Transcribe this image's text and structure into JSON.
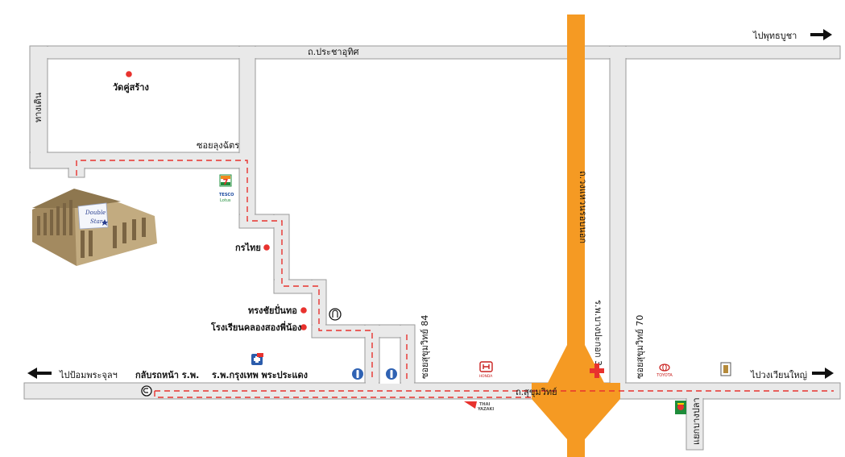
{
  "colors": {
    "road_fill": "#e9e9e9",
    "road_edge": "#9a9a9a",
    "route": "#e8322e",
    "ring_road": "#f59a23",
    "poi": "#e8322e",
    "building": "#b9a37a"
  },
  "roads": {
    "pracha_uthit": "ถ.ประชาอุทิศ",
    "sukhumvit": "ถ.สุขุมวิทย์",
    "kanchanaphisek": "ถ.วงแหวนรอบนอก",
    "soi_sukhumvit_84": "ซอยสุขุมวิทย์ 84",
    "soi_sukhumvit_70": "ซอยสุขุมวิทย์ 70",
    "soi_lung_chat": "ซอยลุงฉัตร",
    "thang_doen": "ทางเดิน",
    "bang_pla": "แยกบางปลา"
  },
  "directions": {
    "to_phutthabucha": "ไปพุทธบูชา",
    "to_pom_phrachun": "ไปป้อมพระจุลฯ",
    "to_wong_wian_yai": "ไปวงเวียนใหญ่"
  },
  "places": {
    "wat_ku_sang": "วัดคู่สร้าง",
    "kor_thai": "กรไทย",
    "song_chai": "ทรงชัยปั่นทอ",
    "school": "โรงเรียนคลองสองพี่น้อง",
    "return_front_hospital": "กลับรถหน้า ร.พ.",
    "bangkok_hospital": "ร.พ.กรุงเทพ พระประแดง",
    "bangpakok_hospital": "ร.พ.บางปะกอก 3"
  },
  "brands": {
    "tesco": "TESCO",
    "lotus": "Lotus",
    "honda": "HONDA",
    "toyota": "TOYOTA",
    "thai_yazaki_1": "THAI",
    "thai_yazaki_2": "YAZAKI",
    "seven_eleven": "7",
    "double_star_1": "Double",
    "double_star_2": "Star"
  },
  "icons": {
    "poi_marker": "red-dot",
    "u_turn": "u-turn-icon",
    "signal": "traffic-light-icon",
    "hospital": "red-cross-icon",
    "direction_arrow": "arrow-icon"
  }
}
